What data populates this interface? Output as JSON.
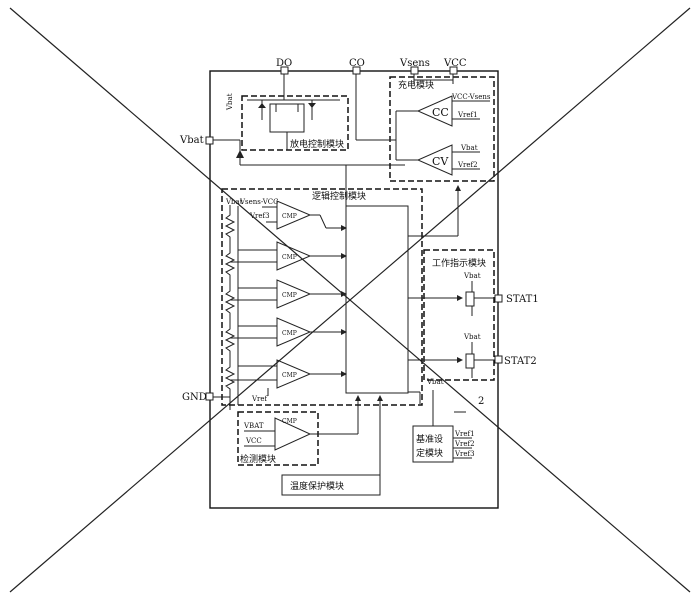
{
  "pins": {
    "do": "DO",
    "co": "CO",
    "vsens": "Vsens",
    "vcc": "VCC",
    "vbat": "Vbat",
    "gnd": "GND",
    "stat1": "STAT1",
    "stat2": "STAT2"
  },
  "modules": {
    "charge": "充电模块",
    "discharge": "放电控制模块",
    "logic": "逻辑控制模块",
    "status": "工作指示模块",
    "detect": "检测模块",
    "temp": "温度保护模块",
    "reference_line1": "基准设",
    "reference_line2": "定模块"
  },
  "amplifiers": {
    "cc": "CC",
    "cv": "CV",
    "cmp": "CMP"
  },
  "signals": {
    "vcc_vsens": "VCC-Vsens",
    "vsens_vcc": "Vsens-VCC",
    "vref1": "Vref1",
    "vref2": "Vref2",
    "vref3": "Vref3",
    "vref": "Vref",
    "vbat": "Vbat",
    "vbat_caps": "VBAT",
    "vcc": "VCC",
    "vbat_small": "Vbat"
  },
  "misc": {
    "num_2": "2"
  }
}
